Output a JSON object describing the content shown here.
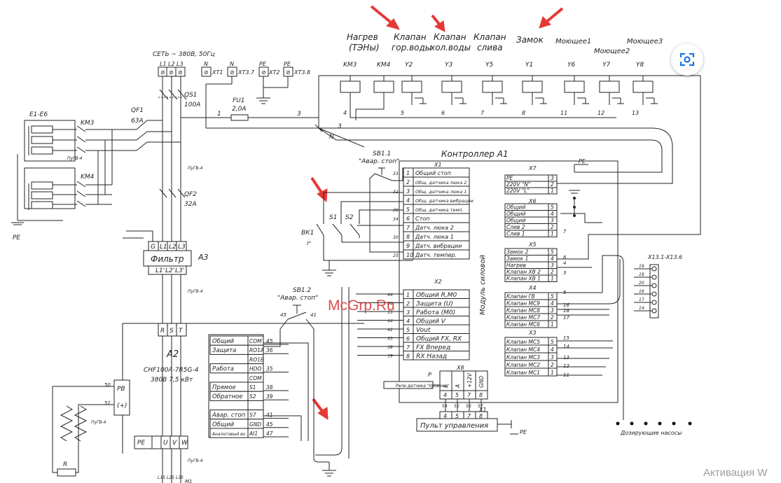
{
  "top_labels": {
    "heat": [
      "Нагрев",
      "(ТЭНы)"
    ],
    "valve_hot": [
      "Клапан",
      "гор.воды"
    ],
    "valve_cold": [
      "Клапан",
      "хол.воды"
    ],
    "valve_drain": [
      "Клапан",
      "слива"
    ],
    "lock": "Замок",
    "wash1": "Моющее1",
    "wash2": "Моющее2",
    "wash3": "Моющее3"
  },
  "supply": {
    "label": "СЕТЬ ~ 380В, 50Гц",
    "phases": [
      "L1",
      "L2",
      "L3"
    ],
    "n1": "N",
    "n2": "N",
    "pe1": "PE",
    "pe2": "PE",
    "xt1": "XT1",
    "xt37": "XT3.7",
    "xt2": "XT2",
    "xt38": "XT3.8"
  },
  "breakers": {
    "qs1": "QS1",
    "qs1_rating": "100A",
    "fu1": "FU1",
    "fu1_rating": "2,0A",
    "qf1": "QF1",
    "qf1_rating": "63A",
    "qf2": "QF2",
    "qf2_rating": "32A"
  },
  "contactors": {
    "km3": "KM3",
    "km4": "KM4",
    "heaters": "E1-E6",
    "row": [
      "KM3",
      "KM4",
      "Y2",
      "Y3",
      "Y5",
      "Y1",
      "Y6",
      "Y7",
      "Y8"
    ],
    "wire_numbers": [
      "4",
      "5",
      "6",
      "7",
      "8",
      "11",
      "12",
      "13"
    ]
  },
  "wires": {
    "w1": "1",
    "w3": "3",
    "w3b": "3",
    "wn": "N",
    "pe": "PE"
  },
  "filter": {
    "label": "Фильтр",
    "a3": "A3",
    "terms": [
      "G",
      "L1",
      "L2",
      "L3"
    ],
    "terms_out": [
      "L1'",
      "L2'",
      "L3'"
    ]
  },
  "controller": {
    "title": "Контроллер A1",
    "side_label": "Модуль силовой",
    "x1": {
      "name": "X1",
      "rows": [
        {
          "n": "1",
          "label": "Общий стоп",
          "wire": "33"
        },
        {
          "n": "2",
          "label": "Общ. датчика люка 2",
          "wire": ""
        },
        {
          "n": "3",
          "label": "Общ. датчика люка 1",
          "wire": "32"
        },
        {
          "n": "4",
          "label": "Общ. датчика вибрации",
          "wire": ""
        },
        {
          "n": "5",
          "label": "Общ. датчика темп.",
          "wire": "26"
        },
        {
          "n": "6",
          "label": "Стоп",
          "wire": "34"
        },
        {
          "n": "7",
          "label": "Датч. люка 2",
          "wire": ""
        },
        {
          "n": "8",
          "label": "Датч. люка 1",
          "wire": "30"
        },
        {
          "n": "9",
          "label": "Датч. вибрации",
          "wire": ""
        },
        {
          "n": "10",
          "label": "Датч. темпер.",
          "wire": "25"
        }
      ]
    },
    "x2": {
      "name": "X2",
      "rows": [
        {
          "n": "1",
          "label": "Общий R,M0",
          "wire": "44"
        },
        {
          "n": "2",
          "label": "Защита (U)",
          "wire": "36"
        },
        {
          "n": "3",
          "label": "Работа (M0)",
          "wire": "35"
        },
        {
          "n": "4",
          "label": "Общий V",
          "wire": "44"
        },
        {
          "n": "5",
          "label": "Vout",
          "wire": "42"
        },
        {
          "n": "6",
          "label": "Общий FX, RX",
          "wire": "45"
        },
        {
          "n": "7",
          "label": "FX   Вперед",
          "wire": "38"
        },
        {
          "n": "8",
          "label": "RX   Назад",
          "wire": "39"
        }
      ]
    },
    "x7": {
      "name": "X7",
      "rows": [
        {
          "label": "PE",
          "n": "3"
        },
        {
          "label": "220V \"N\"",
          "n": "2"
        },
        {
          "label": "220V \"L\"",
          "n": "1"
        }
      ]
    },
    "x6": {
      "name": "X6",
      "rows": [
        {
          "label": "Общий",
          "n": "5"
        },
        {
          "label": "Общий",
          "n": "4"
        },
        {
          "label": "Общий",
          "n": "3"
        },
        {
          "label": "Слив 2",
          "n": "2"
        },
        {
          "label": "Слив 1",
          "n": "1"
        }
      ]
    },
    "x5": {
      "name": "X5",
      "rows": [
        {
          "label": "Замок 2",
          "n": "5"
        },
        {
          "label": "Замок 1",
          "n": "4"
        },
        {
          "label": "Нагрев",
          "n": "3"
        },
        {
          "label": "Клапан ХВ 2",
          "n": "2"
        },
        {
          "label": "Клапан ХВ 1",
          "n": "1"
        }
      ]
    },
    "x4": {
      "name": "X4",
      "rows": [
        {
          "label": "Клапан ГВ",
          "n": "5"
        },
        {
          "label": "Клапан МС9",
          "n": "4"
        },
        {
          "label": "Клапан МС8",
          "n": "3"
        },
        {
          "label": "Клапан МС7",
          "n": "2"
        },
        {
          "label": "Клапан МС6",
          "n": "1"
        }
      ]
    },
    "x3": {
      "name": "X3",
      "rows": [
        {
          "label": "Клапан МС5",
          "n": "5"
        },
        {
          "label": "Клапан МС4",
          "n": "4"
        },
        {
          "label": "Клапан МС3",
          "n": "3"
        },
        {
          "label": "Клапан МС2",
          "n": "2"
        },
        {
          "label": "Клапан МС1",
          "n": "1"
        }
      ]
    },
    "x8": {
      "name": "X8",
      "cols": [
        "Б",
        "A",
        "+12V",
        "GND"
      ],
      "pins": [
        "4",
        "5",
        "7",
        "8"
      ],
      "wires": [
        "54",
        "55",
        "56",
        "57"
      ]
    },
    "p_label": "P",
    "level_sensor": "Реле датчика \"Уровень\""
  },
  "right_wire_labels": [
    "7",
    "6",
    "4",
    "3",
    "5",
    "16",
    "18",
    "17",
    "15",
    "14",
    "13",
    "12",
    "11"
  ],
  "pump_connector": {
    "label": "X13.1-X13.6",
    "pins": [
      "19",
      "18",
      "20",
      "16",
      "17",
      "14"
    ],
    "caption": "Дозирующие насосы"
  },
  "console": {
    "label": "Пульт управления",
    "x1": "X1",
    "pins": [
      "4",
      "5",
      "7",
      "8"
    ],
    "pe": "PE"
  },
  "switches": {
    "sb11": "SB1.1",
    "sb11_caption": "\"Авар. стоп\"",
    "sb12": "SB1.2",
    "sb12_caption": "\"Авар. стоп\"",
    "s1": "S1",
    "s2": "S2",
    "bk1": "ВК1",
    "t_sym": "t°",
    "sb12_wires": [
      "45",
      "41"
    ]
  },
  "drive": {
    "name": "A2",
    "model": "CHF100A-7R5G-4",
    "spec": "380В 7,5 кВт",
    "inputs": [
      "R",
      "S",
      "T"
    ],
    "outputs": [
      "PE",
      "U",
      "V",
      "W"
    ],
    "pb": "PB",
    "plus": "(+)",
    "wires_pb": [
      "50",
      "51"
    ],
    "r_label": "R",
    "rows": [
      {
        "label": "Общий",
        "term": "COM",
        "wire": "45"
      },
      {
        "label": "Защита",
        "term": "RO1A",
        "wire": "36"
      },
      {
        "label": "",
        "term": "RO1B",
        "wire": ""
      },
      {
        "label": "Работа",
        "term": "HDO",
        "wire": "35"
      },
      {
        "label": "",
        "term": "COM",
        "wire": ""
      },
      {
        "label": "Прямое",
        "term": "S1",
        "wire": "38"
      },
      {
        "label": "Обратное",
        "term": "S2",
        "wire": "39"
      },
      {
        "label": "",
        "term": "",
        "wire": ""
      },
      {
        "label": "Авар. стоп",
        "term": "S7",
        "wire": "41"
      },
      {
        "label": "Общий",
        "term": "GND",
        "wire": "45"
      },
      {
        "label": "Аналоговый вх.",
        "term": "AI1",
        "wire": "47"
      }
    ],
    "motor": "M1",
    "cable": "ПуГВ-4",
    "out_wires": [
      "L15",
      "L25",
      "L35"
    ]
  },
  "misc": {
    "pe_left": "PE",
    "cable_heat": "ПуГВ-4",
    "cable_km": "ПуГВ-4",
    "cable_drive": "ПуГВ-4",
    "cable_pb": "ПуГВ-4"
  },
  "watermark": "McGrp.Ru",
  "activation": "Активация W",
  "lens_icon_name": "lens-icon",
  "colors": {
    "arrow": "#e53935",
    "watermark": "#d32f2f",
    "lens": "#1a73e8"
  }
}
